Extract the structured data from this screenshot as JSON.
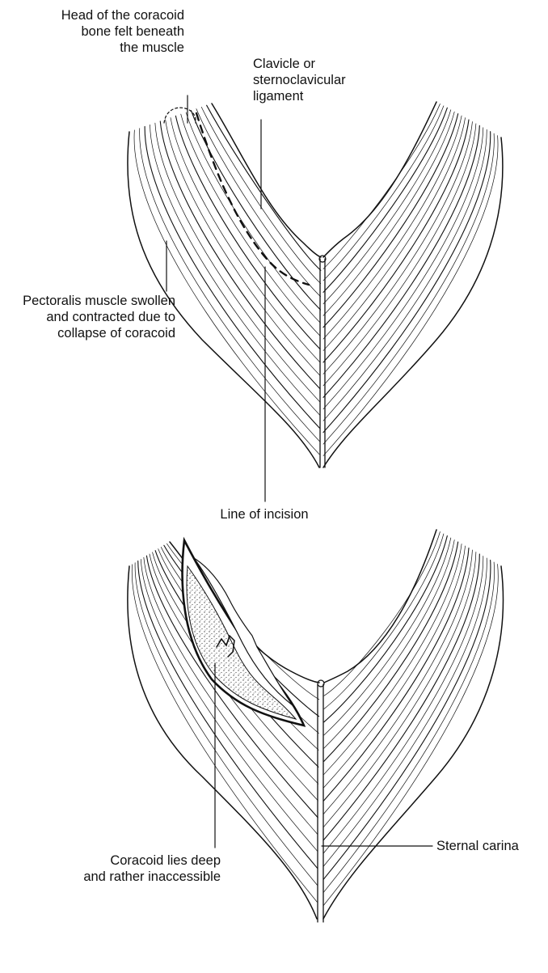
{
  "figure_top": {
    "labels": {
      "head_of_coracoid": [
        "Head of the coracoid",
        "bone felt beneath",
        "the muscle"
      ],
      "clavicle": [
        "Clavicle or",
        "sternoclavicular",
        "ligament"
      ],
      "pectoralis": [
        "Pectoralis muscle swollen",
        "and contracted due to",
        "collapse of coracoid"
      ],
      "line_of_incision": [
        "Line of incision"
      ]
    }
  },
  "figure_bottom": {
    "labels": {
      "coracoid_deep": [
        "Coracoid lies deep",
        "and rather inaccessible"
      ],
      "sternal_carina": [
        "Sternal carina"
      ]
    }
  },
  "colors": {
    "ink": "#111111",
    "paper": "#ffffff",
    "stipple": "#444444"
  }
}
